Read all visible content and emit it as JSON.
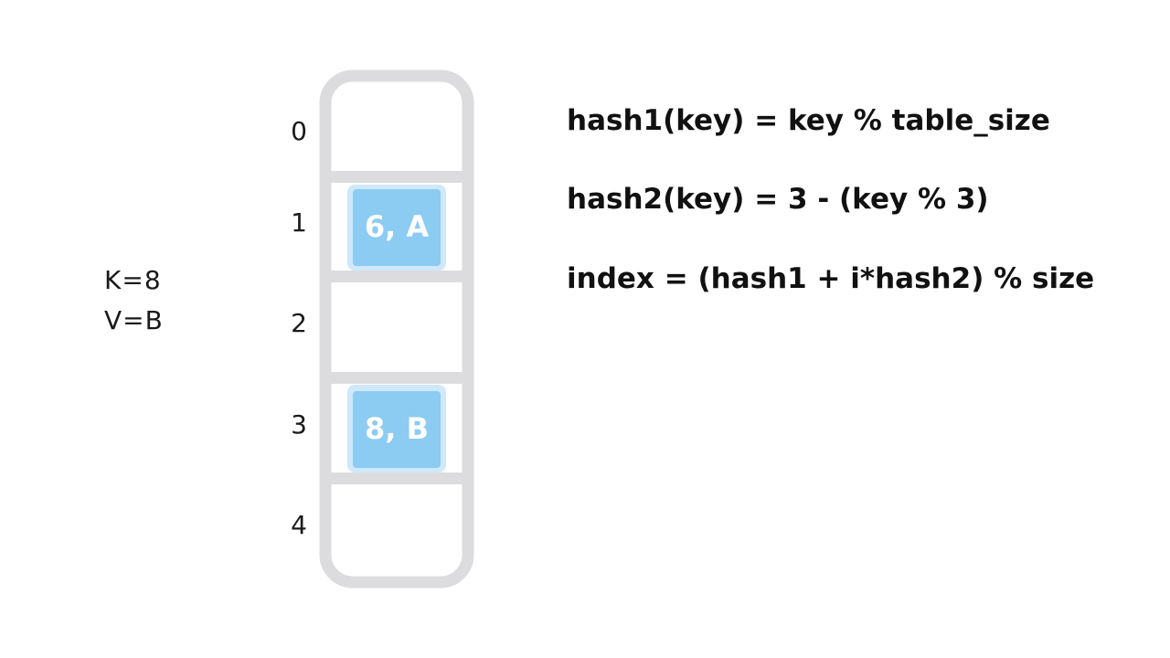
{
  "input": {
    "key_label": "K=8",
    "value_label": "V=B"
  },
  "table": {
    "indices": [
      "0",
      "1",
      "2",
      "3",
      "4"
    ],
    "entries": [
      {
        "slot": 1,
        "text": "6, A"
      },
      {
        "slot": 3,
        "text": "8, B"
      }
    ]
  },
  "formulas": {
    "hash1": "hash1(key) = key % table_size",
    "hash2": "hash2(key) = 3 - (key % 3)",
    "index": "index = (hash1 + i*hash2) % size"
  },
  "colors": {
    "frame": "#dcdcde",
    "cell_fill": "#8ccbf2",
    "cell_glow": "#cfe8fa"
  }
}
